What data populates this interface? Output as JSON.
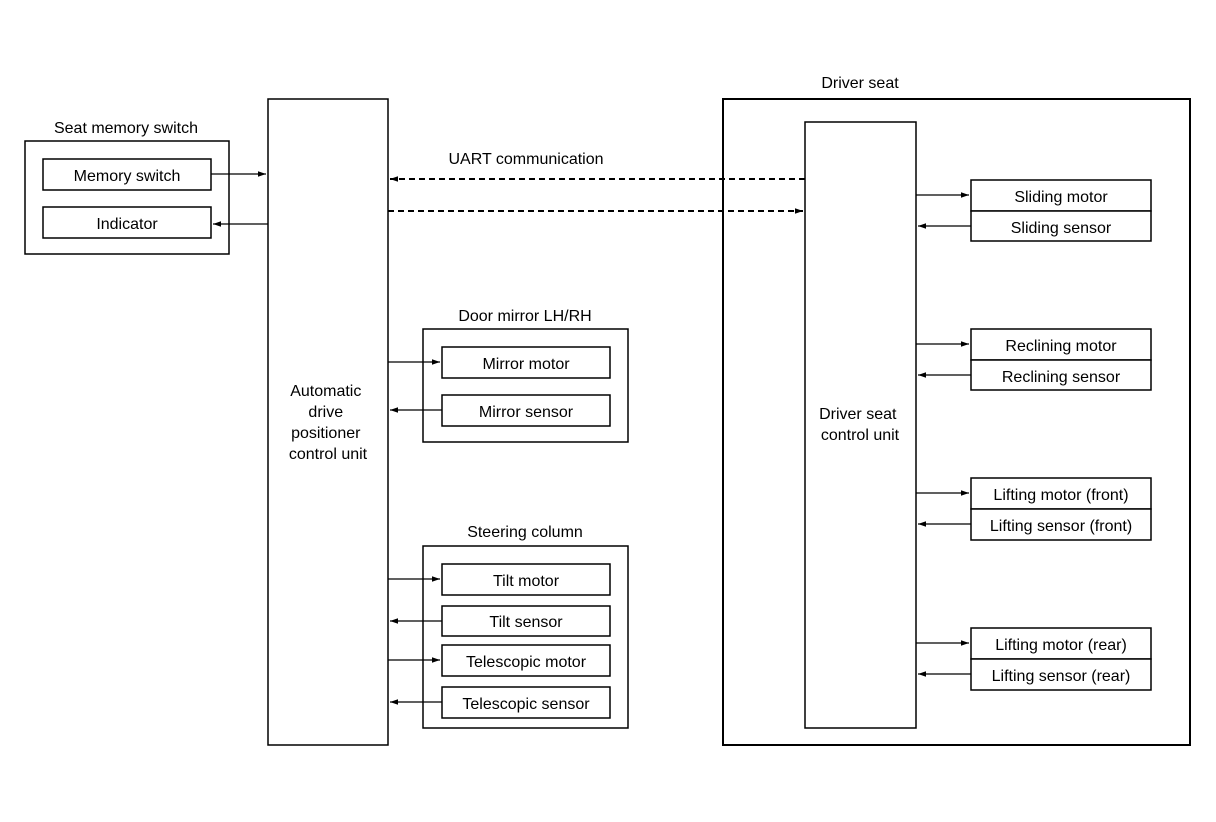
{
  "seat_memory_switch": {
    "title": "Seat memory switch",
    "memory_switch": "Memory switch",
    "indicator": "Indicator"
  },
  "adp_unit": {
    "label_lines": [
      "Automatic",
      "drive",
      "positioner",
      "control unit"
    ]
  },
  "uart": {
    "label": "UART communication"
  },
  "door_mirror": {
    "title": "Door mirror LH/RH",
    "mirror_motor": "Mirror motor",
    "mirror_sensor": "Mirror sensor"
  },
  "steering_column": {
    "title": "Steering column",
    "tilt_motor": "Tilt motor",
    "tilt_sensor": "Tilt sensor",
    "telescopic_motor": "Telescopic motor",
    "telescopic_sensor": "Telescopic sensor"
  },
  "driver_seat": {
    "title": "Driver seat",
    "control_unit_lines": [
      "Driver seat",
      "control unit"
    ],
    "sliding_motor": "Sliding motor",
    "sliding_sensor": "Sliding sensor",
    "reclining_motor": "Reclining motor",
    "reclining_sensor": "Reclining sensor",
    "lifting_motor_front": "Lifting motor (front)",
    "lifting_sensor_front": "Lifting sensor (front)",
    "lifting_motor_rear": "Lifting motor (rear)",
    "lifting_sensor_rear": "Lifting sensor (rear)"
  }
}
